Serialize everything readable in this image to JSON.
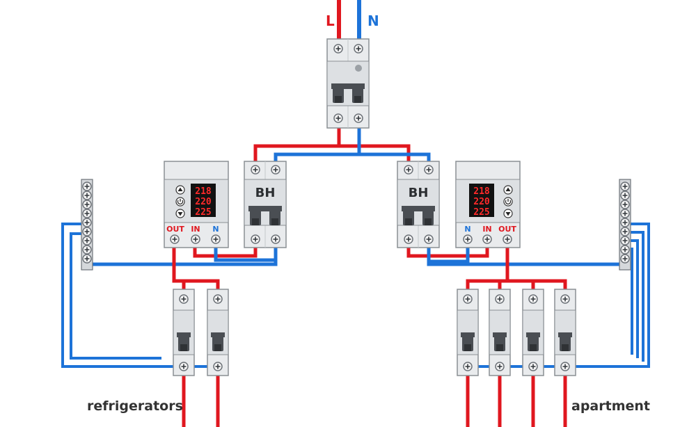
{
  "supply": {
    "line_label": "L",
    "neutral_label": "N"
  },
  "colors": {
    "line": "#e0171f",
    "neutral": "#1d73d8",
    "device": "#e9ebed",
    "device_edge": "#8a8f94",
    "display": "#111111",
    "digit": "#ff2a2a"
  },
  "main_breaker": {
    "icon": "double-pole-breaker-icon"
  },
  "left_branch": {
    "relay": {
      "readings": [
        "218",
        "220",
        "225"
      ],
      "out_label": "OUT",
      "in_label": "IN",
      "n_label": "N"
    },
    "breaker_label": "BH",
    "output_label": "refrigerators",
    "group_breaker_count": 2
  },
  "right_branch": {
    "relay": {
      "readings": [
        "218",
        "220",
        "225"
      ],
      "out_label": "OUT",
      "in_label": "IN",
      "n_label": "N"
    },
    "breaker_label": "BH",
    "output_label": "apartment",
    "group_breaker_count": 4
  }
}
